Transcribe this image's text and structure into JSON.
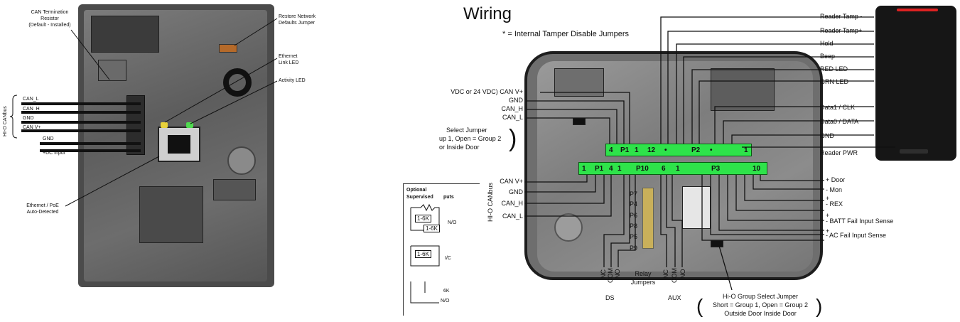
{
  "left_diagram": {
    "labels": {
      "can_term": [
        "CAN Termination",
        "Resistor",
        "(Default - Installed)"
      ],
      "restore": [
        "Restore Network",
        "Defaults Jumper"
      ],
      "eth_link": [
        "Ethernet",
        "Link LED"
      ],
      "activity": "Activity LED",
      "canbus_side": "HI-O CANbus",
      "can_l": "CAN_L",
      "can_h": "CAN_H",
      "gnd": "GND",
      "can_v": "CAN V+",
      "gnd2": "GND",
      "dc_input": "+DC Input",
      "poe": [
        "Ethernet / PoE",
        "Auto-Detected"
      ]
    }
  },
  "right_diagram": {
    "title": "Wiring",
    "note": "* = Internal Tamper Disable Jumpers",
    "top_right_labels": [
      "Reader Tamp -",
      "Reader Tamp+",
      "Hold",
      "Beep",
      "RED LED",
      "GRN LED",
      "Data1 / CLK",
      "Data0 / DATA",
      "GND",
      "Reader PWR"
    ],
    "left_top_labels": [
      "VDC or 24 VDC) CAN V+",
      "GND",
      "CAN_H",
      "CAN_L"
    ],
    "select_jumper": [
      "Select Jumper",
      "up 1, Open = Group 2",
      "or      Inside Door"
    ],
    "canbus_side": "HI-O CANbus",
    "left_bottom_labels": [
      "CAN V+",
      "GND",
      "CAN_H",
      "CAN_L"
    ],
    "strip_top": {
      "p1_left": "4",
      "p1": "P1",
      "p1_right": "1",
      "p2_left": "12",
      "p2": "P2",
      "p2_right": "1",
      "dot": "•"
    },
    "strip_bottom": {
      "p1_left": "1",
      "p1": "P1",
      "p1_right": "4",
      "p10_left": "1",
      "p10": "P10",
      "p10_right": "6",
      "p3_left": "1",
      "p3": "P3",
      "p3_right": "10"
    },
    "relay_pins": [
      "P7",
      "P4",
      "P6",
      "P8",
      "P5",
      "P9"
    ],
    "relay_label": [
      "Relay",
      "Jumpers"
    ],
    "ds_pins": [
      "NC",
      "COM",
      "NO"
    ],
    "aux_pins": [
      "NC",
      "COM",
      "NO"
    ],
    "ds": "DS",
    "aux": "AUX",
    "right_labels": [
      {
        "sign": "+",
        "text": "Door"
      },
      {
        "sign": "-",
        "text": "Mon"
      },
      {
        "sign": "+",
        "text": ""
      },
      {
        "sign": "-",
        "text": "REX"
      },
      {
        "sign": "+",
        "text": ""
      },
      {
        "sign": "-",
        "text": "BATT Fail Input Sense"
      },
      {
        "sign": "+",
        "text": ""
      },
      {
        "sign": "-",
        "text": "AC Fail Input Sense"
      }
    ],
    "hio_jumper": [
      "Hi-O Group Select Jumper",
      "Short = Group 1, Open = Group 2",
      "Outside Door  Inside Door"
    ],
    "supervised": {
      "title": [
        "Optional",
        "Supervised"
      ],
      "side": "puts",
      "r1": "1-6K",
      "r2": "1-6K",
      "r3": "1-6K",
      "r4": "6K",
      "no": "N/O",
      "nc": "I/C",
      "no2": "N/O"
    }
  }
}
